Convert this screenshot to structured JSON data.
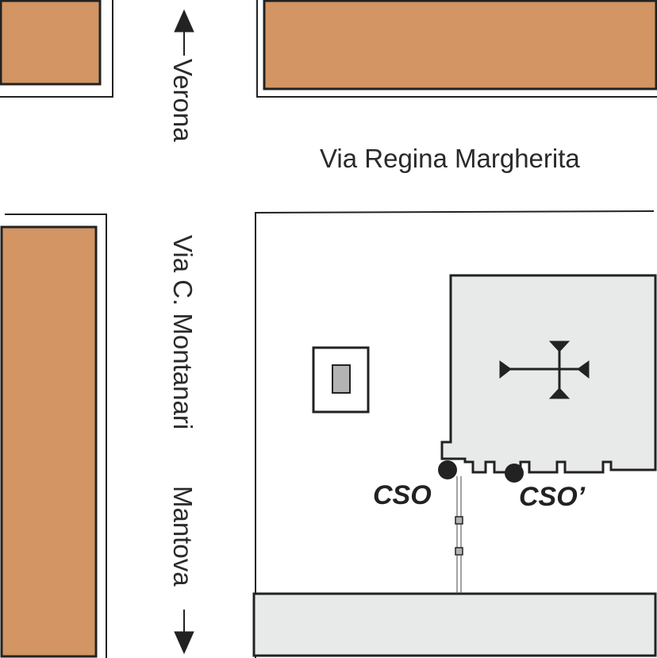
{
  "streets": {
    "via_regina_margherita": "Via Regina Margherita",
    "via_montanari": "Via C. Montanari",
    "direction_north": "Verona",
    "direction_south": "Mantova"
  },
  "points": {
    "cso": "CSO",
    "cso_prime": "CSO’"
  },
  "icons": {
    "church": "cross-icon",
    "monument": "monument-icon",
    "north_arrow": "arrow-up-icon",
    "south_arrow": "arrow-down-icon"
  },
  "colors": {
    "building": "#d29563",
    "church_fill": "#e8e9e9",
    "monument_fill": "#b3b3b3",
    "outline": "#222222"
  }
}
